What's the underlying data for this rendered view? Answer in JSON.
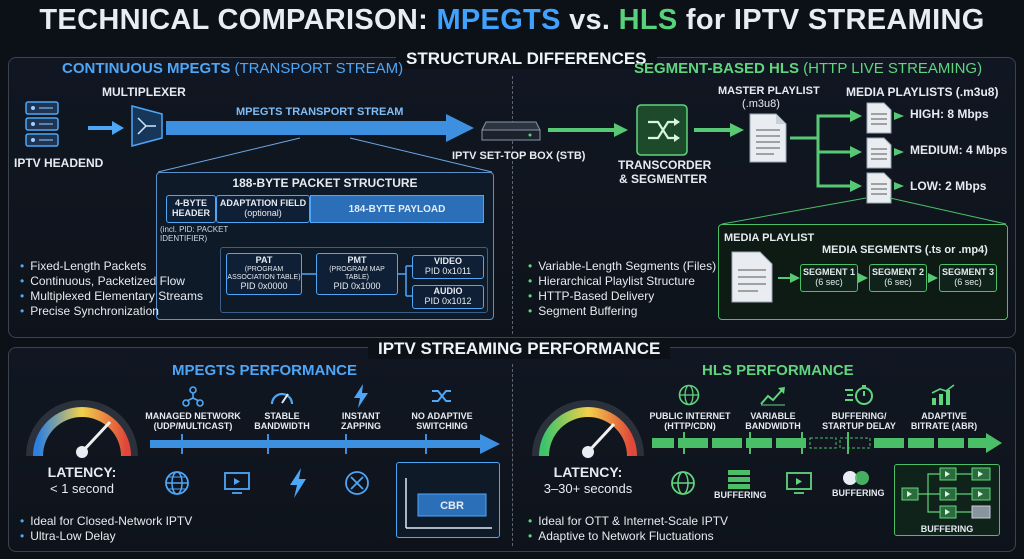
{
  "title": {
    "prefix": "TECHNICAL COMPARISON: ",
    "mpegts": "MPEGTS",
    "vs": " vs. ",
    "hls": "HLS",
    "suffix": " for IPTV STREAMING"
  },
  "structural": {
    "label": "STRUCTURAL DIFFERENCES",
    "left": {
      "heading_bold": "CONTINUOUS MPEGTS",
      "heading_rest": " (TRANSPORT STREAM)",
      "multiplexer": "MULTIPLEXER",
      "headend": "IPTV HEADEND",
      "stream_label": "MPEGTS TRANSPORT STREAM",
      "stb": "IPTV SET-TOP BOX (STB)",
      "packet_title": "188-BYTE PACKET STRUCTURE",
      "header": "4-BYTE\nHEADER",
      "adaptation": "ADAPTATION FIELD",
      "adaptation_sub": "(optional)",
      "payload": "184-BYTE PAYLOAD",
      "pid_note": "(incl. PID: PACKET\nIDENTIFIER)",
      "pat": "PAT",
      "pat_sub": "(PROGRAM\nASSOCIATION TABLE)",
      "pat_pid": "PID 0x0000",
      "pmt": "PMT",
      "pmt_sub": "(PROGRAM MAP TABLE)",
      "pmt_pid": "PID 0x1000",
      "video": "VIDEO",
      "video_pid": "PID 0x1011",
      "audio": "AUDIO",
      "audio_pid": "PID 0x1012",
      "bullets": [
        "Fixed-Length Packets",
        "Continuous, Packetized Flow",
        "Multiplexed Elementary Streams",
        "Precise Synchronization"
      ]
    },
    "right": {
      "heading_bold": "SEGMENT-BASED HLS",
      "heading_rest": " (HTTP LIVE STREAMING)",
      "transcoder": "TRANSCORDER\n& SEGMENTER",
      "master": "MASTER PLAYLIST",
      "master_ext": "(.m3u8)",
      "media_playlists": "MEDIA PLAYLISTS (.m3u8)",
      "high": "HIGH: 8 Mbps",
      "medium": "MEDIUM: 4 Mbps",
      "low": "LOW: 2 Mbps",
      "media_playlist": "MEDIA PLAYLIST",
      "media_segments": "MEDIA SEGMENTS (.ts or .mp4)",
      "segments": [
        {
          "name": "SEGMENT 1",
          "dur": "(6 sec)"
        },
        {
          "name": "SEGMENT 2",
          "dur": "(6 sec)"
        },
        {
          "name": "SEGMENT 3",
          "dur": "(6 sec)"
        }
      ],
      "bullets": [
        "Variable-Length Segments (Files)",
        "Hierarchical Playlist Structure",
        "HTTP-Based Delivery",
        "Segment Buffering"
      ]
    }
  },
  "performance": {
    "label": "IPTV STREAMING PERFORMANCE",
    "left": {
      "heading": "MPEGTS PERFORMANCE",
      "latency": "LATENCY:",
      "latency_val": "< 1 second",
      "features": [
        {
          "icon": "network-icon",
          "label": "MANAGED NETWORK\n(UDP/MULTICAST)"
        },
        {
          "icon": "speedometer-icon",
          "label": "STABLE\nBANDWIDTH"
        },
        {
          "icon": "lightning-icon",
          "label": "INSTANT\nZAPPING"
        },
        {
          "icon": "shuffle-icon",
          "label": "NO ADAPTIVE\nSWITCHING"
        }
      ],
      "cbr": "CBR",
      "bullets": [
        "Ideal for Closed-Network IPTV",
        "Ultra-Low Delay"
      ]
    },
    "right": {
      "heading": "HLS PERFORMANCE",
      "latency": "LATENCY:",
      "latency_val": "3–30+ seconds",
      "features": [
        {
          "icon": "globe-icon",
          "label": "PUBLIC INTERNET\n(HTTP/CDN)"
        },
        {
          "icon": "trend-icon",
          "label": "VARIABLE\nBANDWIDTH"
        },
        {
          "icon": "timer-icon",
          "label": "BUFFERING/\nSTARTUP DELAY"
        },
        {
          "icon": "bars-icon",
          "label": "ADAPTIVE\nBITRATE (ABR)"
        }
      ],
      "buffering": "BUFFERING",
      "bullets": [
        "Ideal for OTT & Internet-Scale IPTV",
        "Adaptive to Network Fluctuations"
      ]
    }
  },
  "colors": {
    "blue": "#4ea6f7",
    "green": "#61d47e",
    "red": "#e0473a",
    "bg": "#0c1017"
  }
}
